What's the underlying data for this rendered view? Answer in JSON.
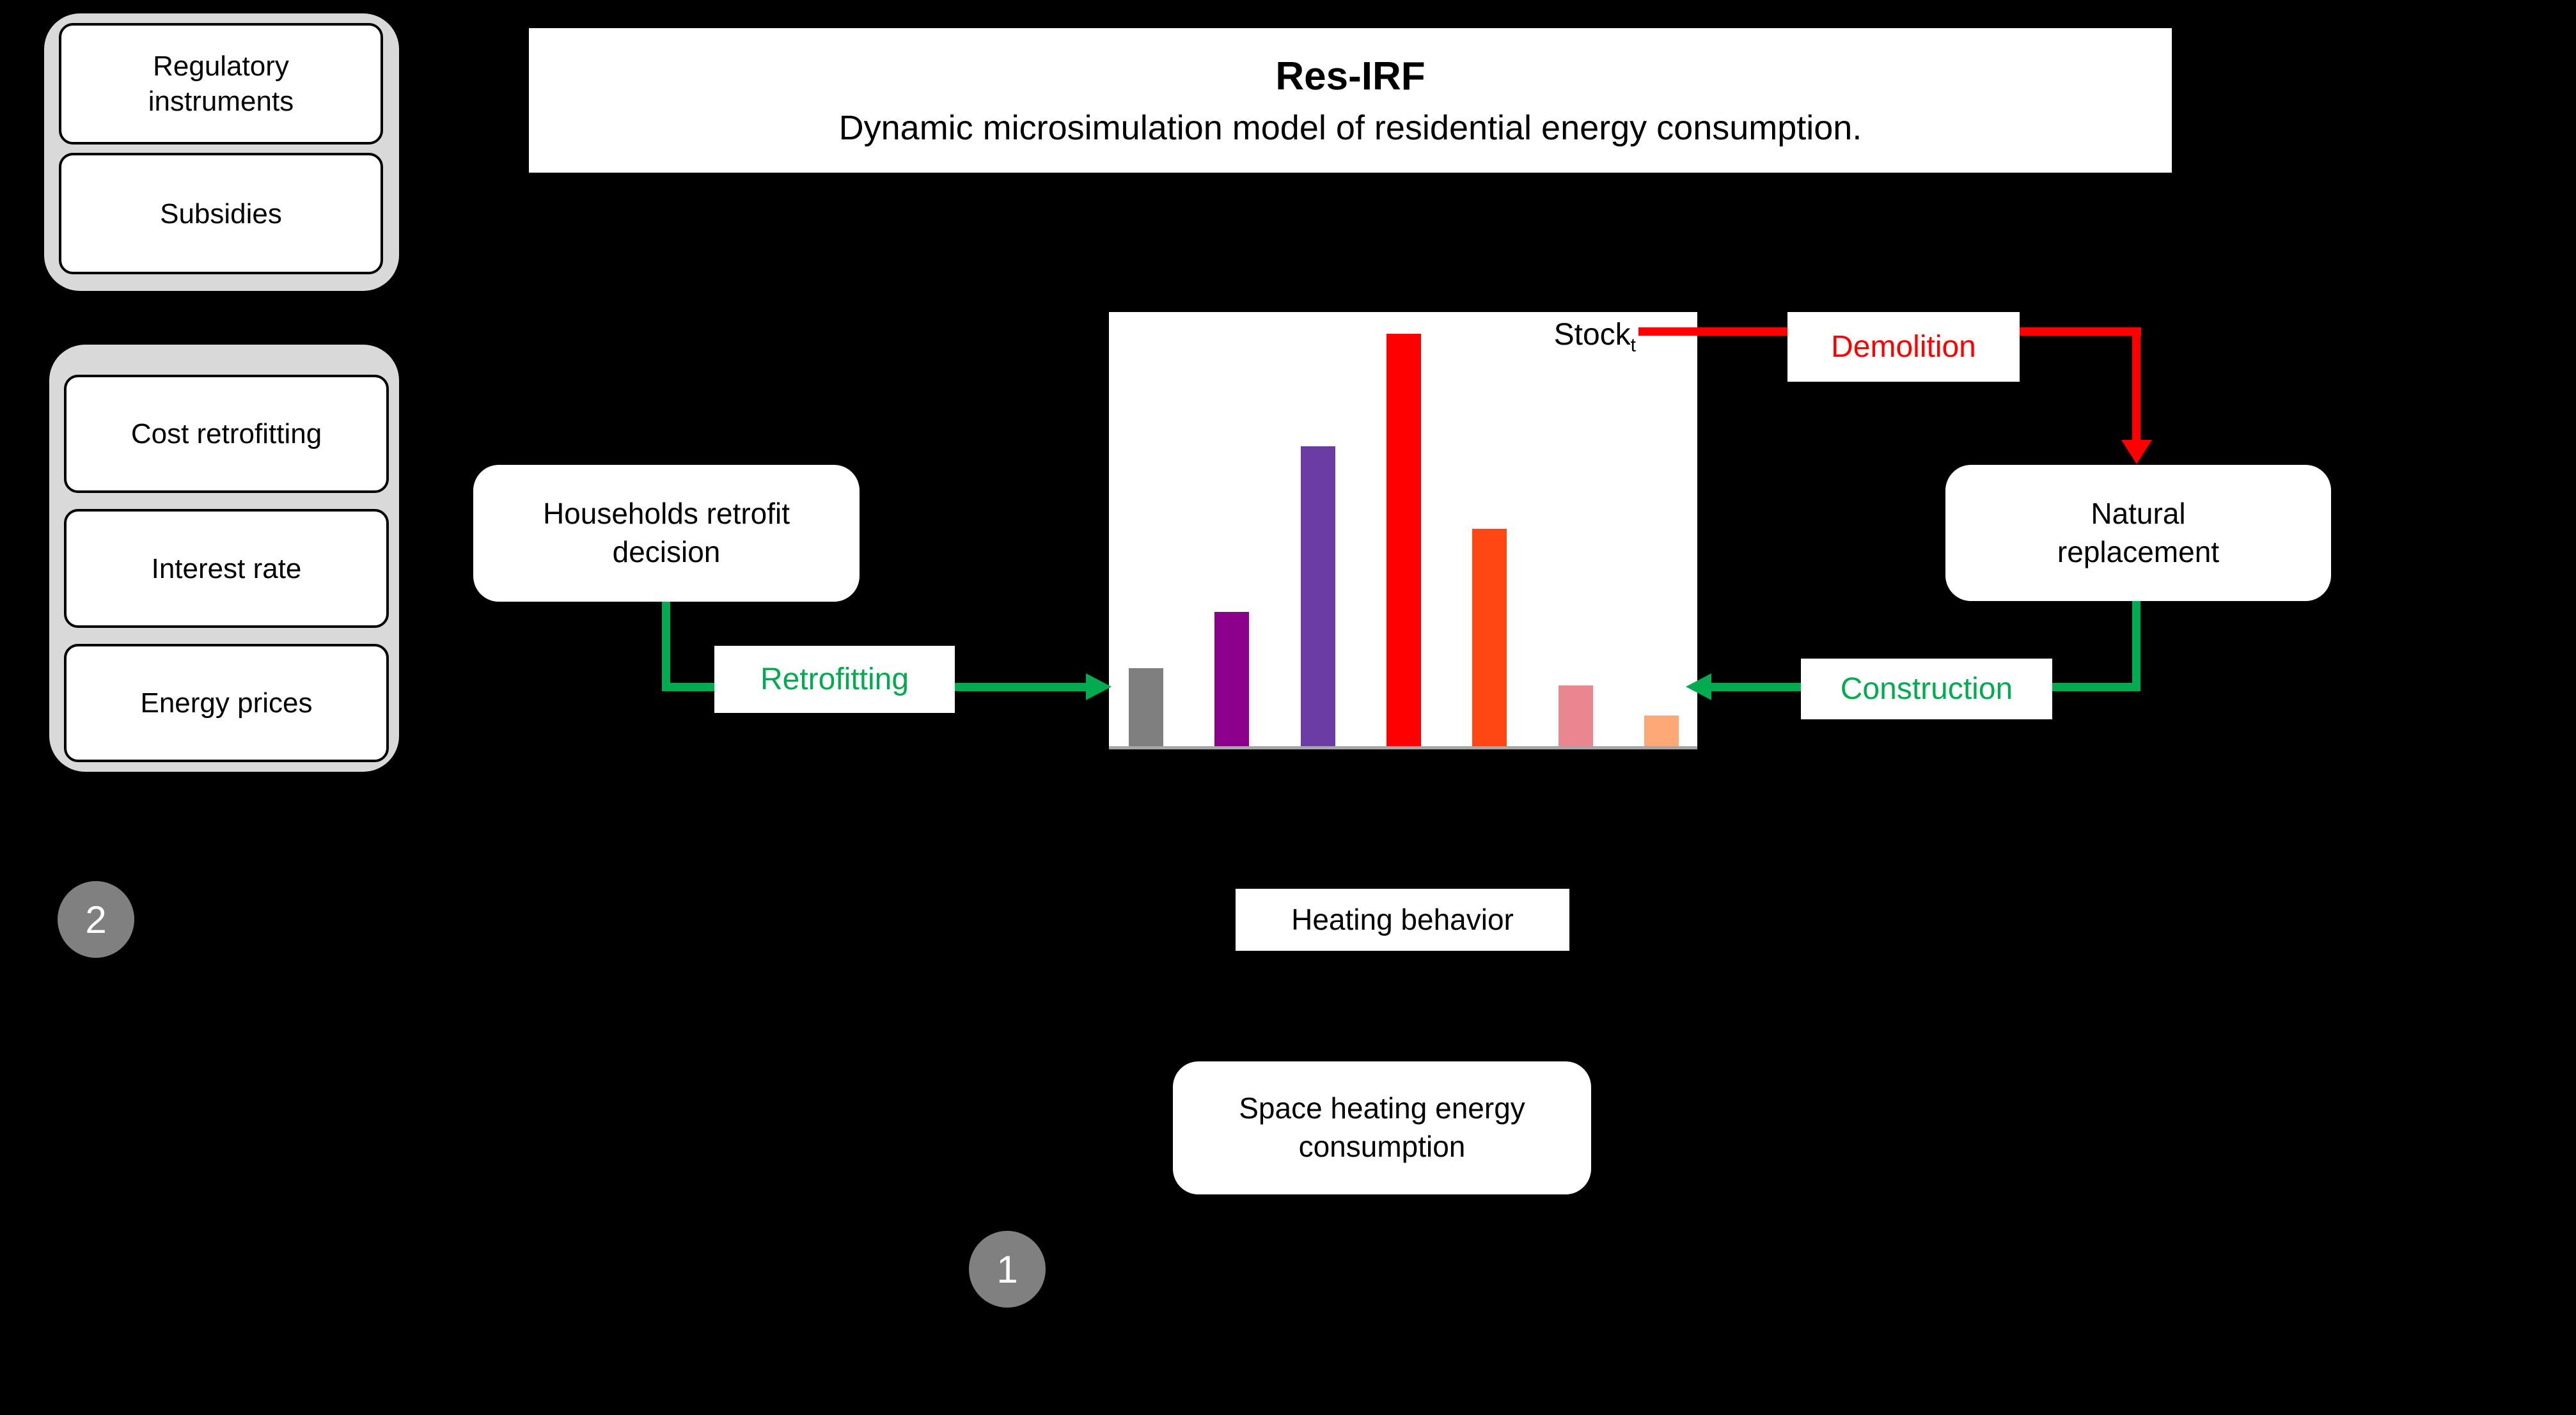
{
  "palette": {
    "background": "#000000",
    "panel_gray": "#D9D9D9",
    "box_white": "#FFFFFF",
    "accent_red": "#FF0000",
    "accent_green": "#00AC4F",
    "badge_gray": "#808080",
    "axis_gray": "#A6A6A6"
  },
  "title": {
    "heading": "Res-IRF",
    "subtitle": "Dynamic microsimulation model of residential energy consumption."
  },
  "left_panels": [
    {
      "items": [
        {
          "label": "Regulatory instruments"
        },
        {
          "label": "Subsidies"
        }
      ]
    },
    {
      "items": [
        {
          "label": "Cost retrofitting"
        },
        {
          "label": "Interest rate"
        },
        {
          "label": "Energy prices"
        }
      ]
    }
  ],
  "chart_data": {
    "type": "bar",
    "title": "",
    "xlabel": "",
    "ylabel": "",
    "label": {
      "text": "Stock",
      "subscript": "t"
    },
    "categories": [
      "",
      "",
      "",
      "",
      "",
      "",
      ""
    ],
    "relative_values": [
      18,
      31,
      69,
      95,
      50,
      14,
      7
    ],
    "colors": [
      "#7F7F7F",
      "#8B008B",
      "#6A3CA4",
      "#FF0000",
      "#FF4713",
      "#E9868F",
      "#FFA877"
    ],
    "axis_baseline_color": "#A6A6A6",
    "grid": false,
    "legend": false
  },
  "flow": {
    "households_label": "Households retrofit decision",
    "retrofitting_label": "Retrofitting",
    "demolition_label": "Demolition",
    "natural_replacement_label": "Natural replacement",
    "construction_label": "Construction",
    "heating_behavior_label": "Heating behavior",
    "space_heating_label": "Space heating energy consumption"
  },
  "badges": {
    "step_1": "1",
    "step_2": "2"
  }
}
